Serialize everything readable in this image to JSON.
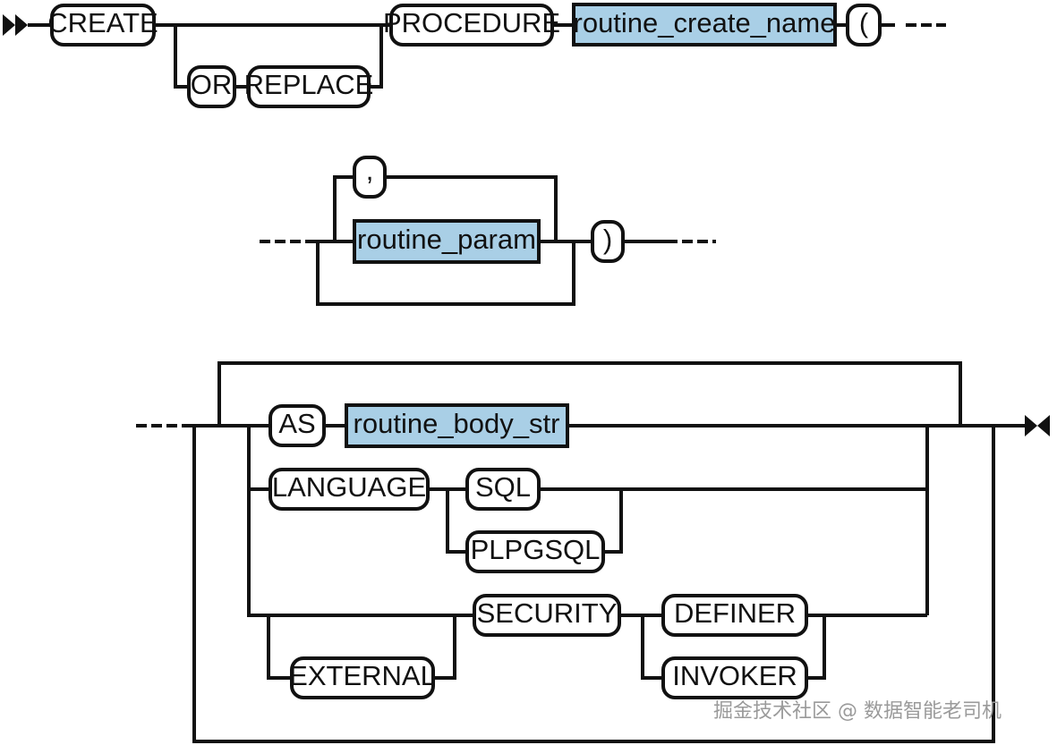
{
  "diagram": {
    "tokens": {
      "create": "CREATE",
      "or": "OR",
      "replace": "REPLACE",
      "procedure": "PROCEDURE",
      "routine_create_name": "routine_create_name",
      "lparen": "(",
      "comma": ",",
      "routine_param": "routine_param",
      "rparen": ")",
      "as": "AS",
      "routine_body_str": "routine_body_str",
      "language": "LANGUAGE",
      "sql": "SQL",
      "plpgsql": "PLPGSQL",
      "external": "EXTERNAL",
      "security": "SECURITY",
      "definer": "DEFINER",
      "invoker": "INVOKER"
    },
    "colors": {
      "line": "#111111",
      "keyword_fill": "#ffffff",
      "nonterminal_fill": "#a9cfe6"
    }
  },
  "watermark": {
    "text": "掘金技术社区 @ 数据智能老司机"
  }
}
